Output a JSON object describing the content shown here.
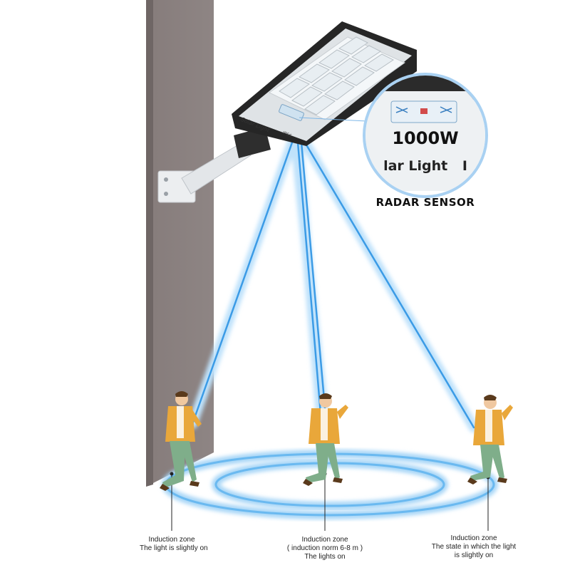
{
  "product": {
    "wattage_label": "1000W",
    "brand_label_zoom": "lar Light",
    "brand_label_fragment": "I",
    "lamp_brand_label": "Solar Light",
    "lamp_ip_label": "IP66",
    "sensor_caption": "RADAR SENSOR"
  },
  "zones": [
    {
      "line1": "Induction zone",
      "line2": "The light is slightly on",
      "line3": ""
    },
    {
      "line1": "Induction zone",
      "line2": "( induction norm 6-8 m )",
      "line3": "The lights on"
    },
    {
      "line1": "Induction zone",
      "line2": "The state in which the light",
      "line3": "is slightly on"
    }
  ],
  "colors": {
    "wall": "#8b8180",
    "wall_side": "#a59e9d",
    "beam": "#4aa3e8",
    "ring": "#7fc3f2",
    "jacket": "#e9a73a",
    "pants": "#7fae8a"
  }
}
